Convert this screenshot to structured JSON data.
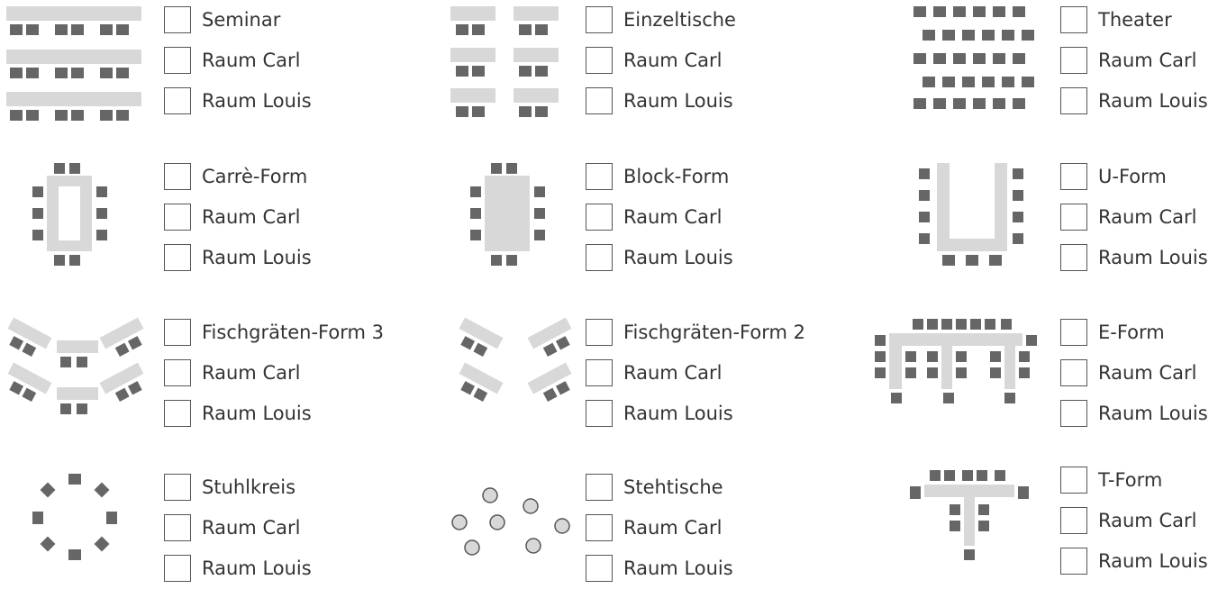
{
  "layouts": [
    {
      "name": "Seminar",
      "options": [
        "Raum Carl",
        "Raum Louis"
      ]
    },
    {
      "name": "Einzeltische",
      "options": [
        "Raum Carl",
        "Raum Louis"
      ]
    },
    {
      "name": "Theater",
      "options": [
        "Raum Carl",
        "Raum Louis"
      ]
    },
    {
      "name": "Carrè-Form",
      "options": [
        "Raum Carl",
        "Raum Louis"
      ]
    },
    {
      "name": "Block-Form",
      "options": [
        "Raum Carl",
        "Raum Louis"
      ]
    },
    {
      "name": "U-Form",
      "options": [
        "Raum Carl",
        "Raum Louis"
      ]
    },
    {
      "name": "Fischgräten-Form 3",
      "options": [
        "Raum Carl",
        "Raum Louis"
      ]
    },
    {
      "name": "Fischgräten-Form 2",
      "options": [
        "Raum Carl",
        "Raum Louis"
      ]
    },
    {
      "name": "E-Form",
      "options": [
        "Raum Carl",
        "Raum Louis"
      ]
    },
    {
      "name": "Stuhlkreis",
      "options": [
        "Raum Carl",
        "Raum Louis"
      ]
    },
    {
      "name": "Stehtische",
      "options": [
        "Raum Carl",
        "Raum Louis"
      ]
    },
    {
      "name": "T-Form",
      "options": [
        "Raum Carl",
        "Raum Louis"
      ]
    }
  ],
  "colors": {
    "table": "#d8d8d8",
    "chair": "#666666",
    "border": "#555555"
  }
}
